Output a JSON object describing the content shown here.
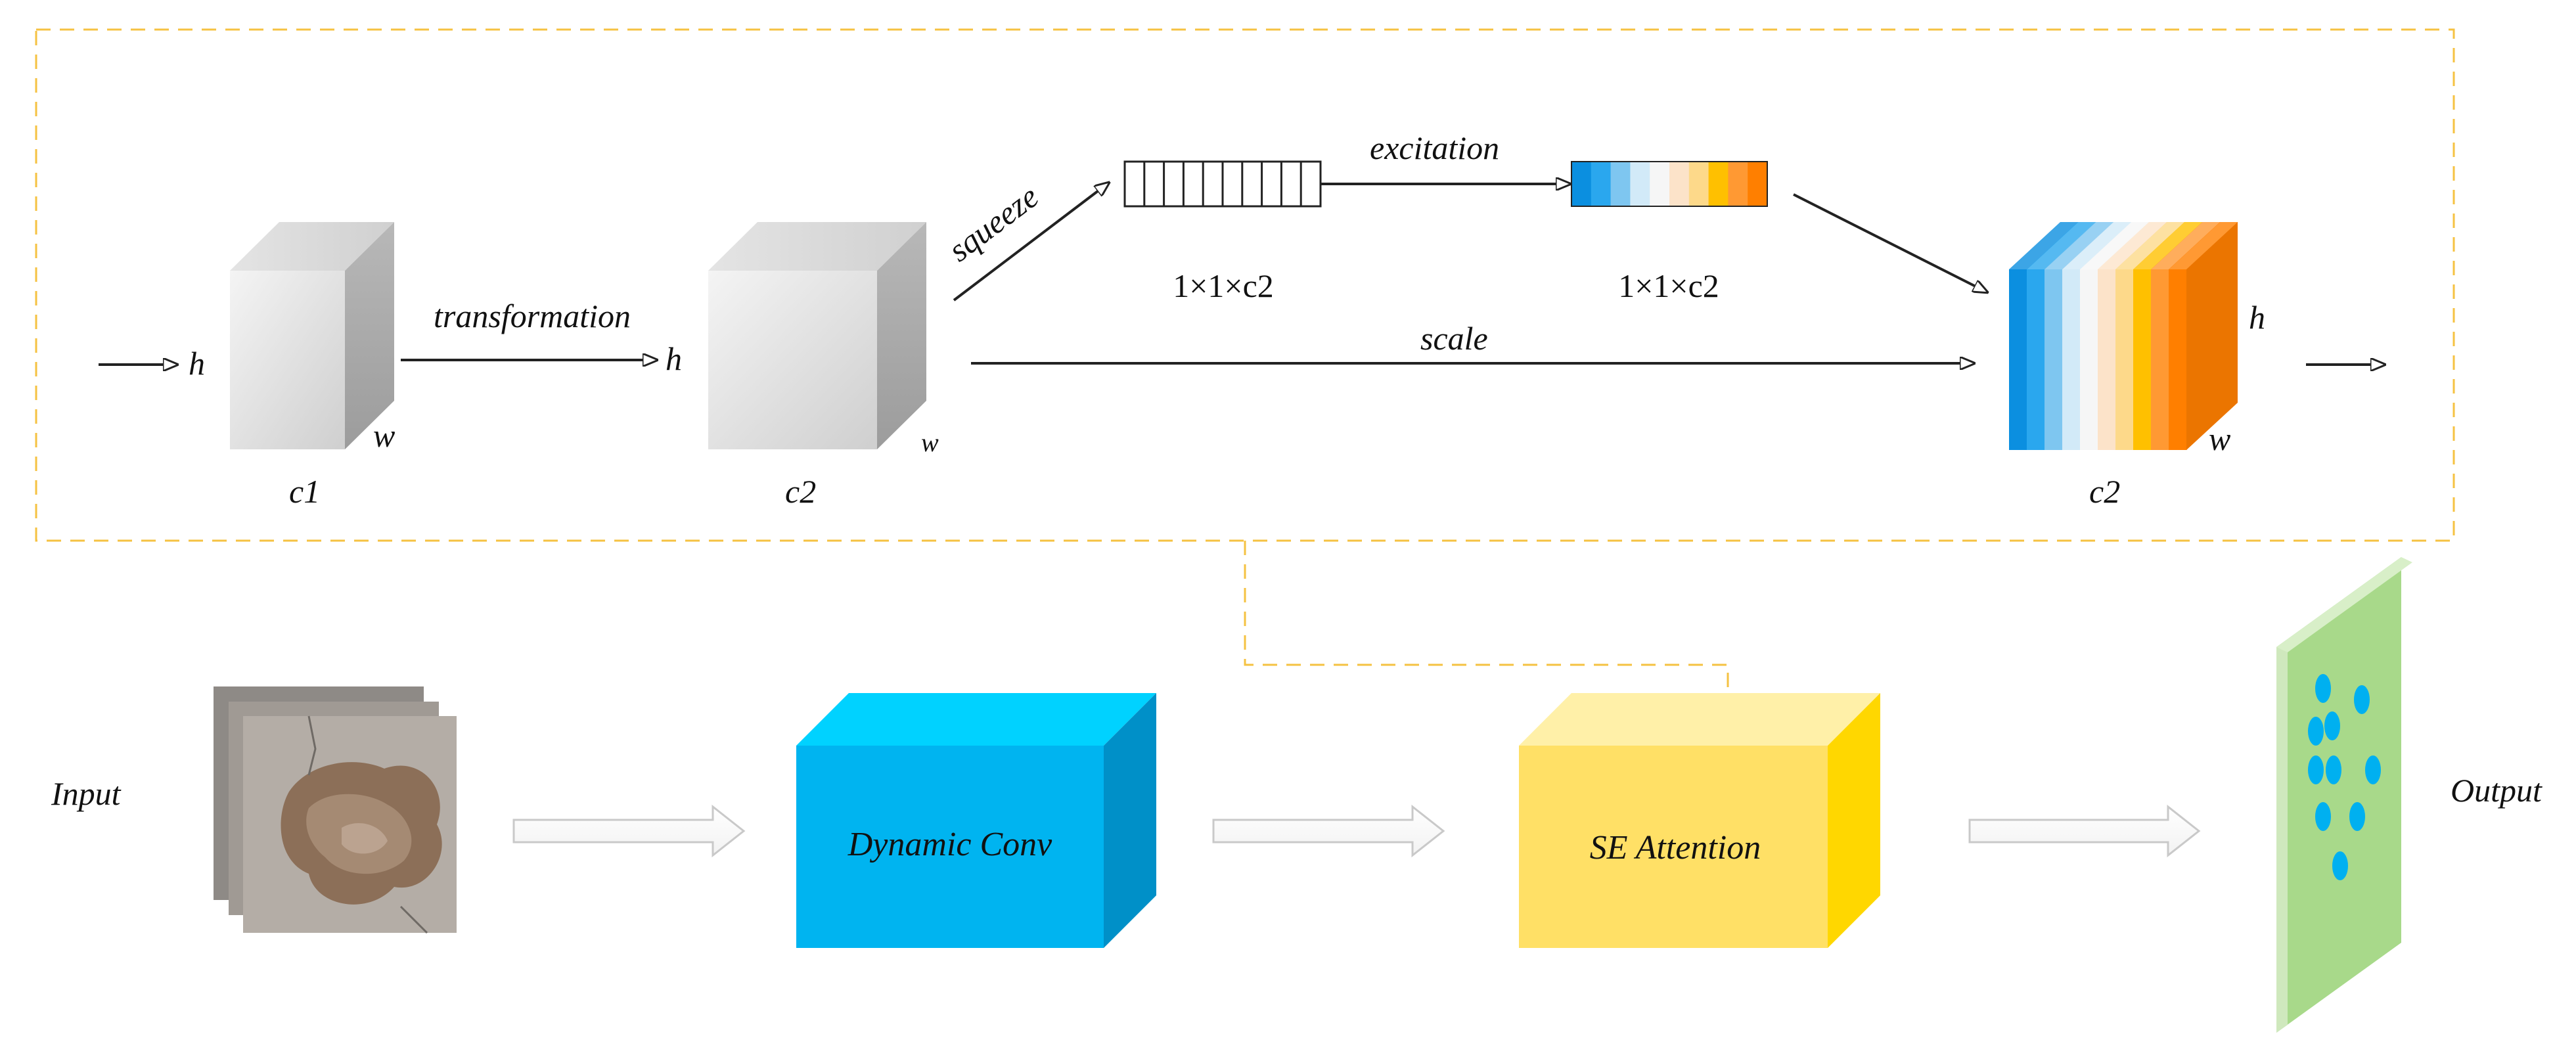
{
  "se_block": {
    "input_cube": {
      "h": "h",
      "w": "w",
      "c": "c1"
    },
    "transformation_label": "transformation",
    "mid_cube": {
      "h": "h",
      "w": "w",
      "c": "c2"
    },
    "squeeze_label": "squeeze",
    "excitation_label": "excitation",
    "squeeze_vector_dim": "1×1×c2",
    "excitation_vector_dim": "1×1×c2",
    "scale_label": "scale",
    "output_cube": {
      "h": "h",
      "w": "w",
      "c": "c2"
    },
    "channel_colors": [
      "#0B8FE0",
      "#2AA7EE",
      "#7EC6F0",
      "#D2EAF8",
      "#F6F6F6",
      "#FCE3C9",
      "#FDD98A",
      "#FFC000",
      "#FF9933",
      "#FF7F00"
    ]
  },
  "pipeline": {
    "input_label": "Input",
    "dynamic_conv_label": "Dynamic Conv",
    "se_attention_label": "SE Attention",
    "output_label": "Output"
  },
  "colors": {
    "dashed_border": "#F5C242",
    "dynamic_conv": "#00B4F0",
    "se_attention": "#FFE066",
    "output_plane": "#A8D98A",
    "dots": "#00B0F0"
  }
}
